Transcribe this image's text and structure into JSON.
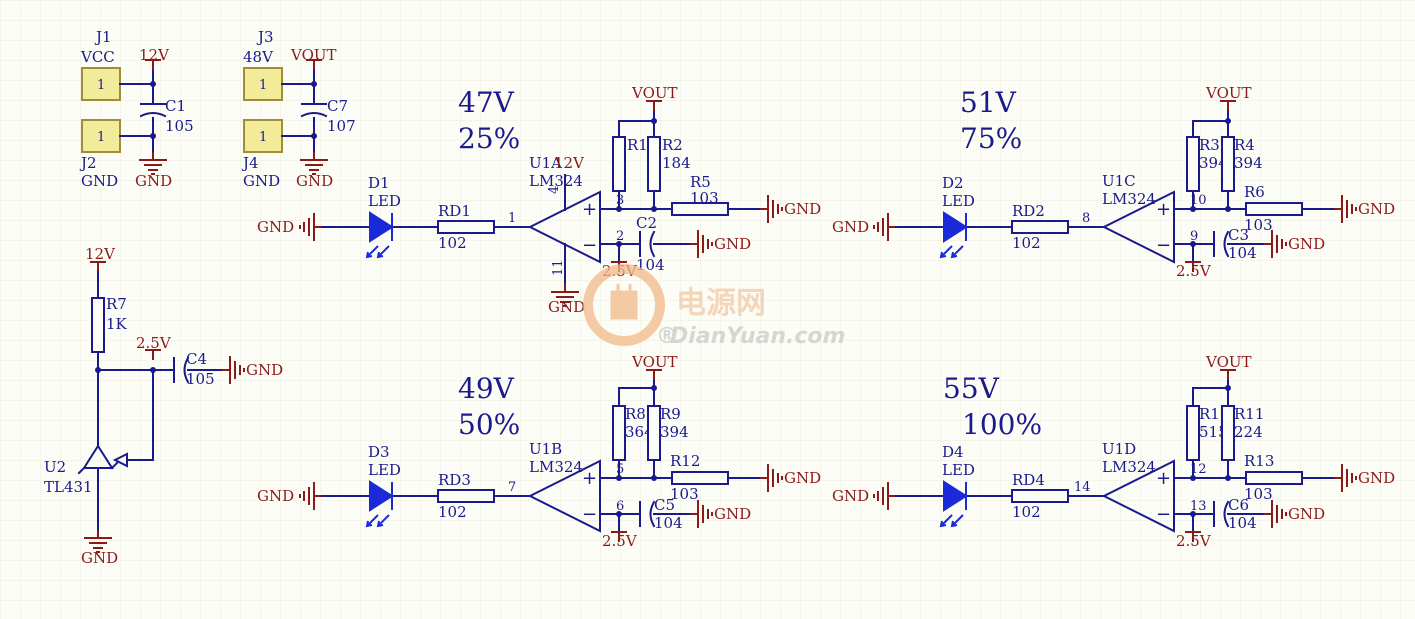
{
  "connectors": {
    "j1": {
      "ref": "J1",
      "net": "VCC",
      "pin": "1"
    },
    "j2": {
      "ref": "J2",
      "net": "GND",
      "pin": "1"
    },
    "j3": {
      "ref": "J3",
      "net": "48V",
      "pin": "1"
    },
    "j4": {
      "ref": "J4",
      "net": "GND",
      "pin": "1"
    }
  },
  "nets": {
    "v12": "12V",
    "gnd": "GND",
    "vout": "VOUT",
    "v25": "2.5V"
  },
  "caps": {
    "c1": {
      "ref": "C1",
      "val": "105"
    },
    "c7": {
      "ref": "C7",
      "val": "107"
    },
    "c4": {
      "ref": "C4",
      "val": "105"
    },
    "c2": {
      "ref": "C2",
      "val": "104"
    },
    "c3": {
      "ref": "C3",
      "val": "104"
    },
    "c5": {
      "ref": "C5",
      "val": "104"
    },
    "c6": {
      "ref": "C6",
      "val": "104"
    }
  },
  "ref_circuit": {
    "r7": {
      "ref": "R7",
      "val": "1K"
    },
    "u2": {
      "ref": "U2",
      "val": "TL431"
    }
  },
  "channels": {
    "a": {
      "volt": "47V",
      "pct": "25%",
      "diode": {
        "ref": "D1",
        "val": "LED"
      },
      "rd": {
        "ref": "RD1",
        "val": "102"
      },
      "opamp": {
        "ref": "U1A",
        "val": "LM324",
        "out_pin": "1",
        "plus_pin": "3",
        "minus_pin": "2",
        "vcc_pin": "4",
        "gnd_pin": "11"
      },
      "r_top_left": {
        "ref": "R1",
        "val": ""
      },
      "r_top_right": {
        "ref": "R2",
        "val": "184"
      },
      "r_bottom": {
        "ref": "R5",
        "val": "103"
      }
    },
    "b": {
      "volt": "49V",
      "pct": "50%",
      "diode": {
        "ref": "D3",
        "val": "LED"
      },
      "rd": {
        "ref": "RD3",
        "val": "102"
      },
      "opamp": {
        "ref": "U1B",
        "val": "LM324",
        "out_pin": "7",
        "plus_pin": "5",
        "minus_pin": "6"
      },
      "r_top_left": {
        "ref": "R8",
        "val": "364"
      },
      "r_top_right": {
        "ref": "R9",
        "val": "394"
      },
      "r_bottom": {
        "ref": "R12",
        "val": "103"
      }
    },
    "c": {
      "volt": "51V",
      "pct": "75%",
      "diode": {
        "ref": "D2",
        "val": "LED"
      },
      "rd": {
        "ref": "RD2",
        "val": "102"
      },
      "opamp": {
        "ref": "U1C",
        "val": "LM324",
        "out_pin": "8",
        "plus_pin": "10",
        "minus_pin": "9"
      },
      "r_top_left": {
        "ref": "R3",
        "val": "394"
      },
      "r_top_right": {
        "ref": "R4",
        "val": "394"
      },
      "r_bottom": {
        "ref": "R6",
        "val": "103"
      }
    },
    "d": {
      "volt": "55V",
      "pct": "100%",
      "diode": {
        "ref": "D4",
        "val": "LED"
      },
      "rd": {
        "ref": "RD4",
        "val": "102"
      },
      "opamp": {
        "ref": "U1D",
        "val": "LM324",
        "out_pin": "14",
        "plus_pin": "12",
        "minus_pin": "13"
      },
      "r_top_left": {
        "ref": "R10",
        "val": "515"
      },
      "r_top_right": {
        "ref": "R11",
        "val": "224"
      },
      "r_bottom": {
        "ref": "R13",
        "val": "103"
      }
    }
  },
  "watermark": {
    "cn": "电源网",
    "en": "DianYuan.com",
    "reg": "®"
  },
  "colors": {
    "wire": "#1a1a8c",
    "net": "#8a1a1a",
    "led": "#1a2ad8",
    "grid": "#ecebdc",
    "bg": "#fdfdf7"
  }
}
